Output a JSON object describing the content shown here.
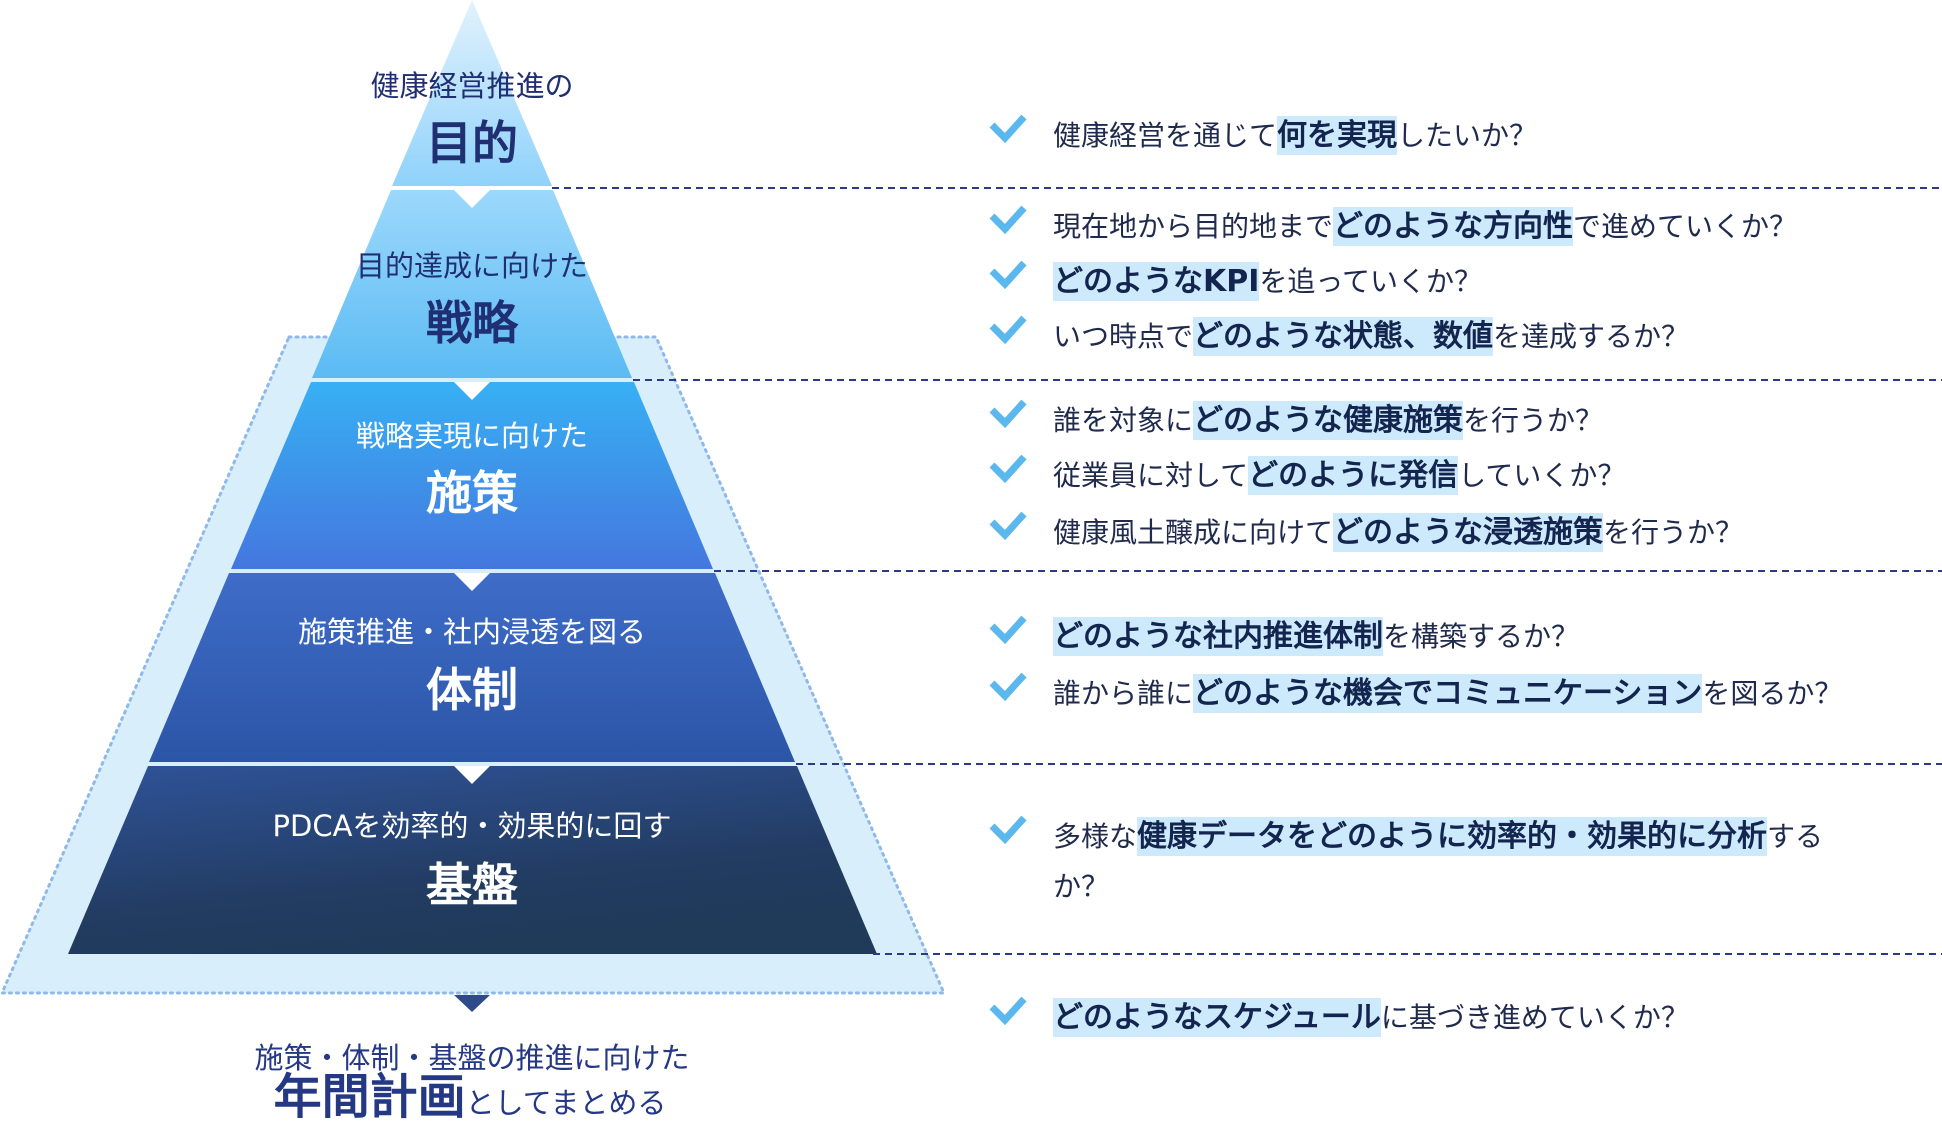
{
  "colors": {
    "navy": "#1f2f72",
    "check": "#5bb8ee",
    "highlight": "#cdeafd",
    "dash": "#2b3a84"
  },
  "pyramid": {
    "layers": [
      {
        "sub": "健康経営推進の",
        "main": "目的"
      },
      {
        "sub": "目的達成に向けた",
        "main": "戦略"
      },
      {
        "sub": "戦略実現に向けた",
        "main": "施策"
      },
      {
        "sub": "施策推進・社内浸透を図る",
        "main": "体制"
      },
      {
        "sub": "PDCAを効率的・効果的に回す",
        "main": "基盤"
      }
    ],
    "bottom": {
      "sub": "施策・体制・基盤の推進に向けた",
      "main": "年間計画",
      "tail": "としてまとめる"
    }
  },
  "questions": [
    {
      "segments": [
        {
          "t": "健康経営を通じて"
        },
        {
          "t": "何を実現",
          "hl": true
        },
        {
          "t": "したいか？"
        }
      ]
    },
    {
      "segments": [
        {
          "t": "現在地から目的地まで"
        },
        {
          "t": "どのような方向性",
          "hl": true
        },
        {
          "t": "で進めていくか？"
        }
      ]
    },
    {
      "segments": [
        {
          "t": "どのようなKPI",
          "hl": true
        },
        {
          "t": "を追っていくか？"
        }
      ]
    },
    {
      "segments": [
        {
          "t": "いつ時点で"
        },
        {
          "t": "どのような状態、数値",
          "hl": true
        },
        {
          "t": "を達成するか？"
        }
      ]
    },
    {
      "segments": [
        {
          "t": "誰を対象に"
        },
        {
          "t": "どのような健康施策",
          "hl": true
        },
        {
          "t": "を行うか？"
        }
      ]
    },
    {
      "segments": [
        {
          "t": "従業員に対して"
        },
        {
          "t": "どのように発信",
          "hl": true
        },
        {
          "t": "していくか？"
        }
      ]
    },
    {
      "segments": [
        {
          "t": "健康風土醸成に向けて"
        },
        {
          "t": "どのような浸透施策",
          "hl": true
        },
        {
          "t": "を行うか？"
        }
      ]
    },
    {
      "segments": [
        {
          "t": "どのような社内推進体制",
          "hl": true
        },
        {
          "t": "を構築するか？"
        }
      ]
    },
    {
      "segments": [
        {
          "t": "誰から誰に"
        },
        {
          "t": "どのような機会でコミュニケーション",
          "hl": true
        },
        {
          "t": "を図るか？"
        }
      ]
    },
    {
      "segments": [
        {
          "t": "多様な"
        },
        {
          "t": "健康データをどのように効率的・効果的に分析",
          "hl": true
        },
        {
          "t": "するか？"
        }
      ]
    },
    {
      "segments": [
        {
          "t": "どのようなスケジュール",
          "hl": true
        },
        {
          "t": "に基づき進めていくか？"
        }
      ]
    }
  ]
}
